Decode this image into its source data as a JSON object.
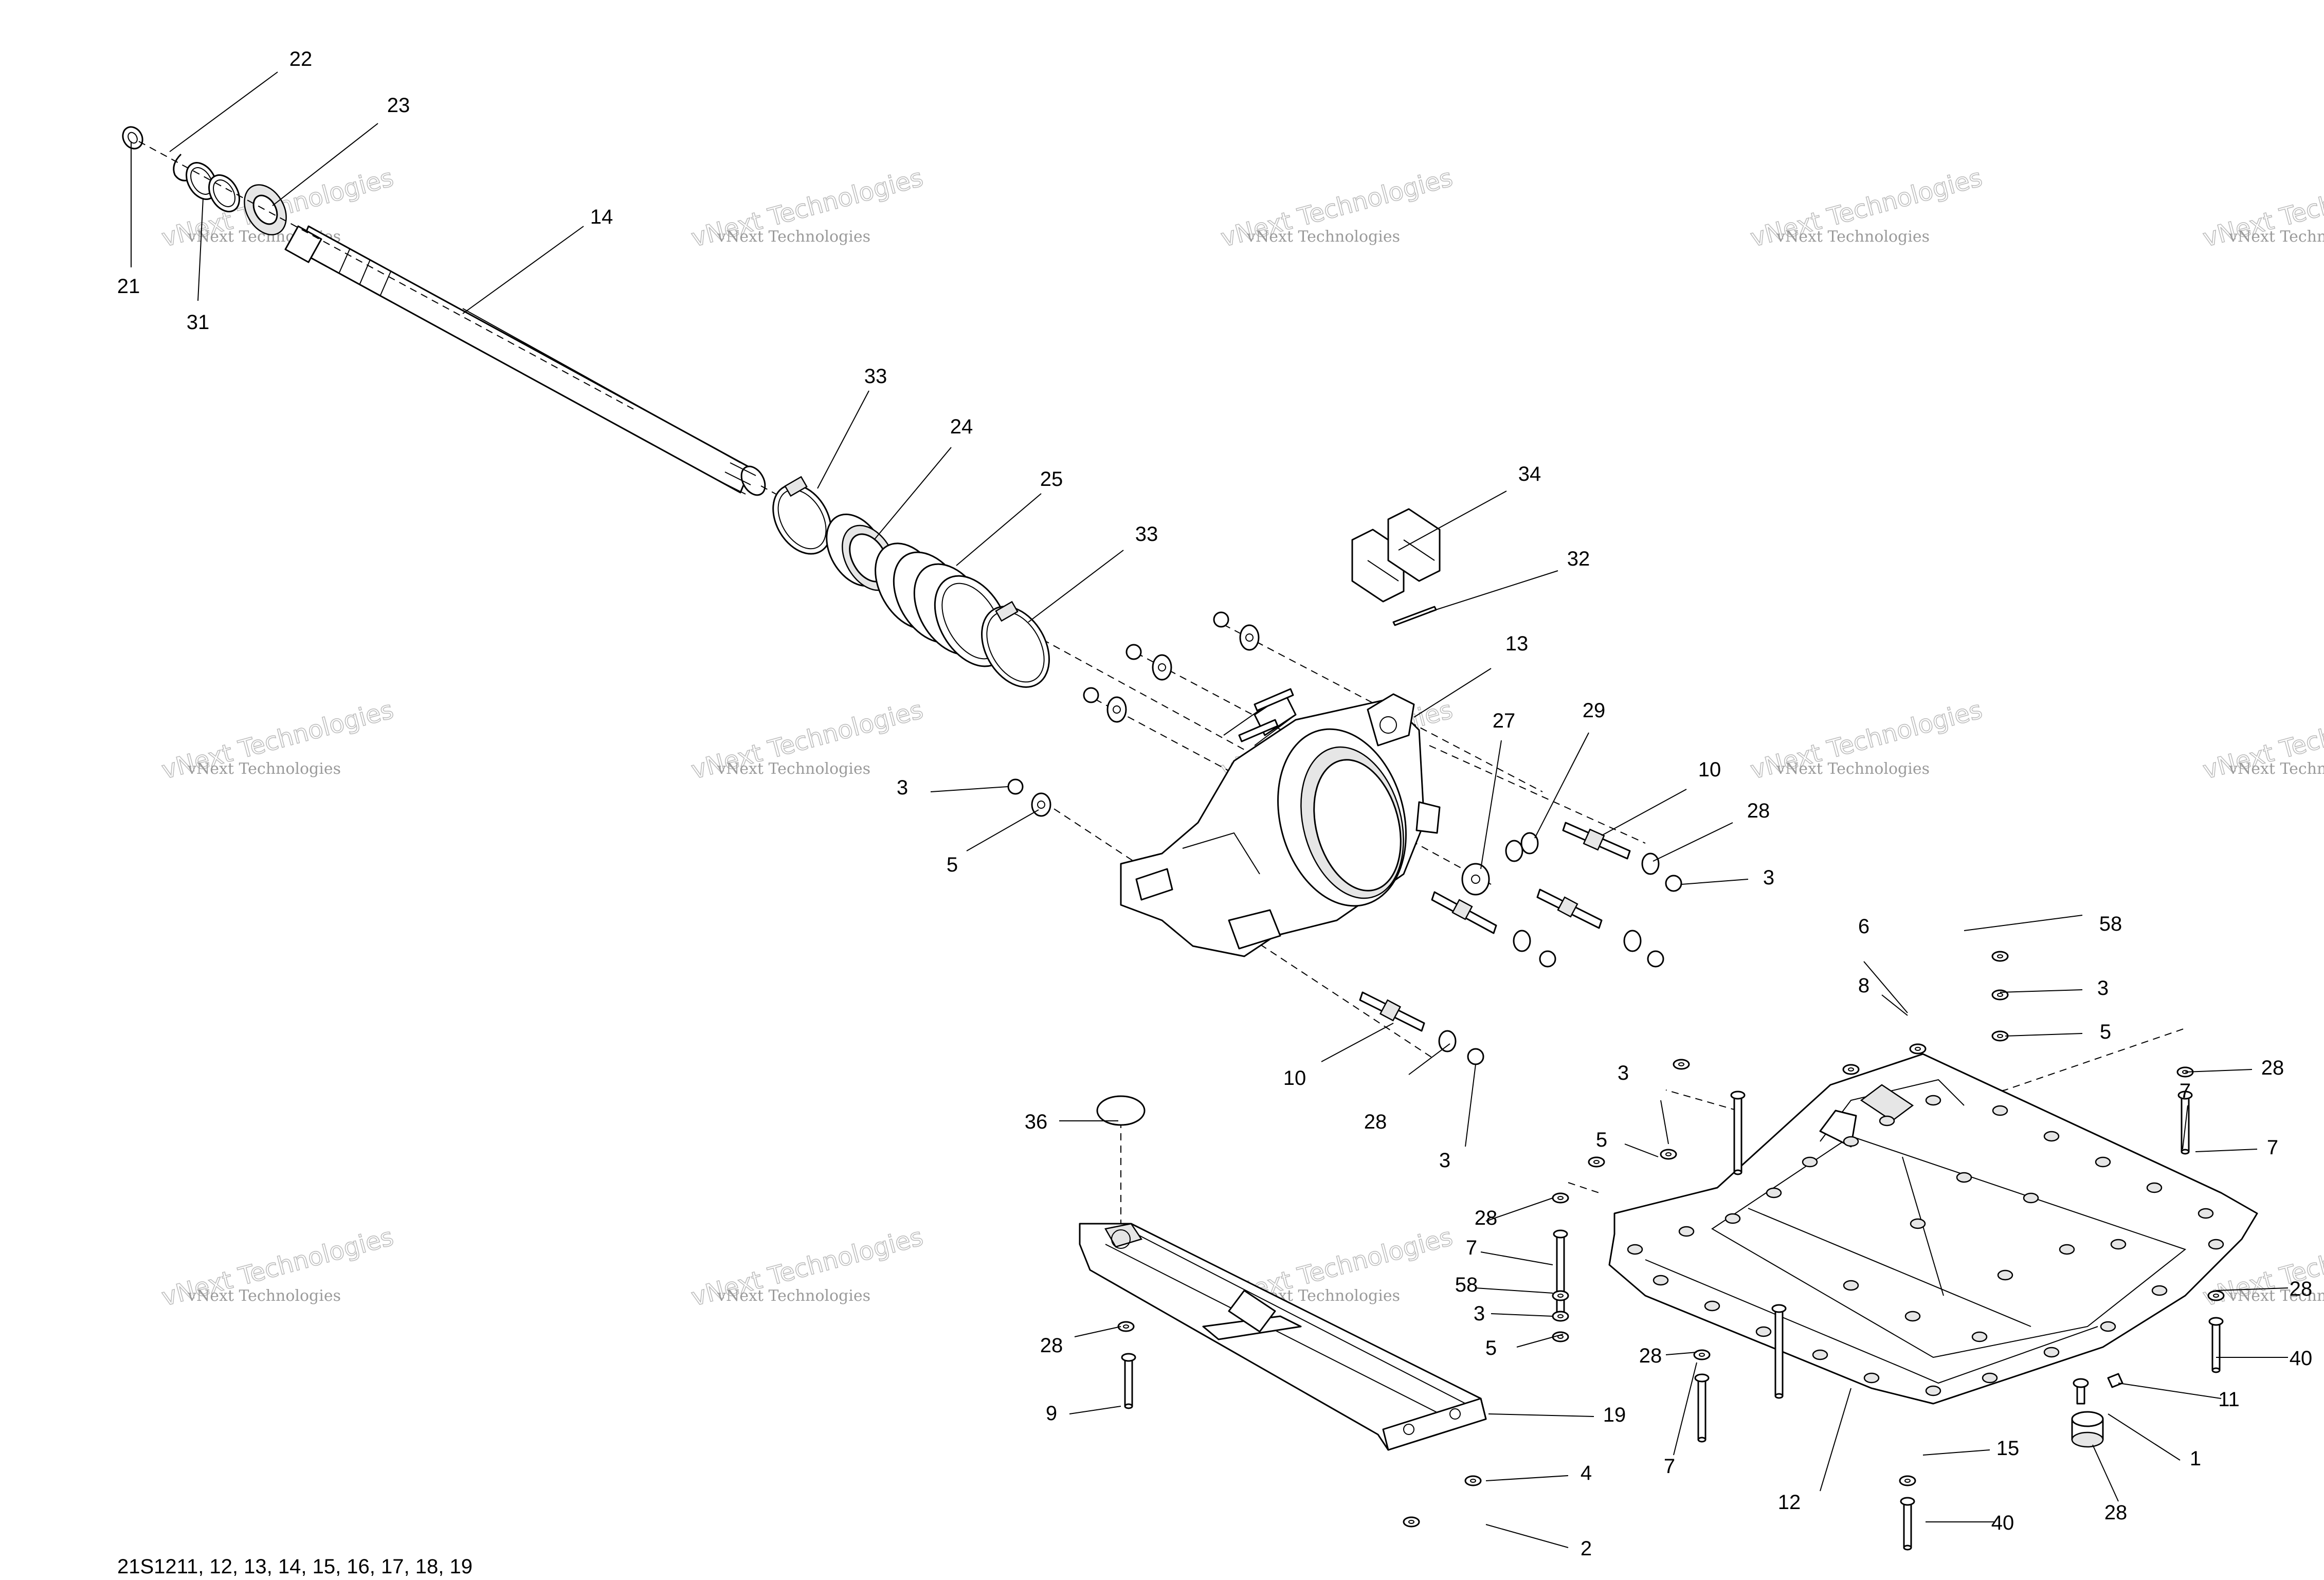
{
  "diagram": {
    "watermark_line1": "vNext Technologies",
    "watermark_line2": "vNext Technologies",
    "footer_text": "21S1211, 12, 13, 14, 15, 16, 17, 18, 19",
    "callouts": [
      "22",
      "23",
      "21",
      "31",
      "14",
      "33",
      "24",
      "25",
      "33",
      "34",
      "32",
      "13",
      "27",
      "29",
      "10",
      "28",
      "3",
      "3",
      "5",
      "6",
      "58",
      "8",
      "3",
      "5",
      "28",
      "7",
      "10",
      "28",
      "3",
      "36",
      "3",
      "5",
      "28",
      "7",
      "58",
      "3",
      "5",
      "28",
      "7",
      "28",
      "40",
      "28",
      "9",
      "19",
      "4",
      "2",
      "11",
      "1",
      "28",
      "12",
      "15",
      "40",
      "7"
    ]
  }
}
